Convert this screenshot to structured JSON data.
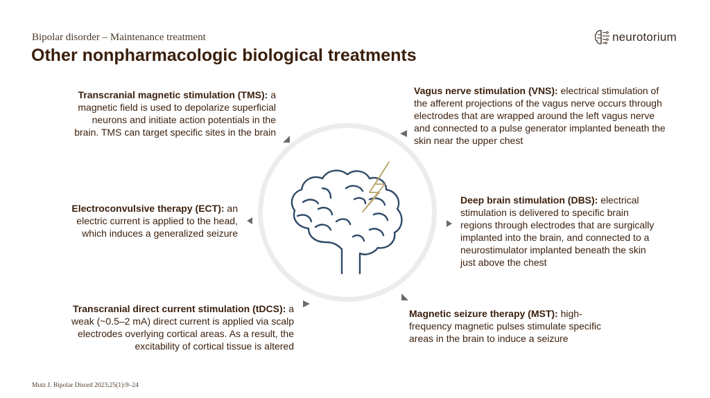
{
  "header": {
    "subtitle": "Bipolar disorder – Maintenance treatment",
    "title": "Other nonpharmacologic biological treatments"
  },
  "logo": {
    "text": "neurotorium",
    "icon": "brain-circuit-icon"
  },
  "treatments": {
    "tms": {
      "label": "Transcranial magnetic stimulation (TMS):",
      "text": "a magnetic field is used to depolarize superficial neurons and initiate action potentials in the brain. TMS can target specific sites in the brain"
    },
    "vns": {
      "label": "Vagus nerve stimulation (VNS):",
      "text": "electrical stimulation of the afferent projections of the vagus nerve occurs through electrodes that are wrapped around the left vagus nerve and connected to a pulse generator implanted beneath the skin near the upper chest"
    },
    "ect": {
      "label": "Electroconvulsive therapy (ECT):",
      "text": "an electric current is applied to the head, which induces a generalized seizure"
    },
    "dbs": {
      "label": "Deep brain stimulation (DBS):",
      "text": "electrical stimulation is delivered to specific brain regions through electrodes that are surgically implanted into the brain, and connected to a neurostimulator implanted beneath the skin just above the chest"
    },
    "tdcs": {
      "label": "Transcranial direct current stimulation (tDCS):",
      "text": "a weak (~0.5–2 mA) direct current is applied via scalp electrodes overlying cortical areas. As a result, the excitability of cortical tissue is altered"
    },
    "mst": {
      "label": "Magnetic seizure therapy (MST):",
      "text": "high-frequency magnetic pulses stimulate specific areas in the brain to induce a seizure"
    }
  },
  "center": {
    "icon": "brain-with-lightning-icon"
  },
  "colors": {
    "brain_stroke": "#2f4a68",
    "bolt_stroke": "#b8a36a",
    "ring": "#ececec",
    "arrow": "#6b6b6b",
    "text": "#3a1f0c"
  },
  "footer": {
    "citation": "Mutz J. Bipolar Disord 2023;25(1):9–24"
  }
}
